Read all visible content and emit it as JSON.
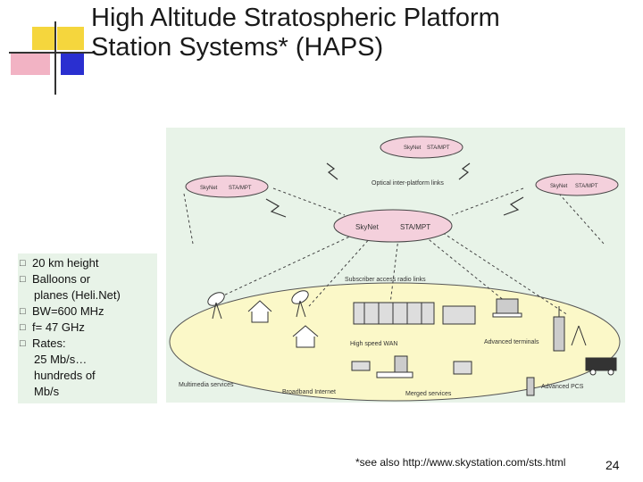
{
  "title": {
    "line1": "High Altitude Stratospheric Platform",
    "line2": "Station Systems* (HAPS)"
  },
  "diagram": {
    "platforms": [
      {
        "left": "SkyNet",
        "right": "STA/MPT"
      },
      {
        "left": "SkyNet",
        "right": "STA/MPT"
      },
      {
        "left": "SkyNet",
        "right": "STA/MPT"
      },
      {
        "left": "SkyNet",
        "right": "STA/MPT"
      }
    ],
    "labels": {
      "optical_links": "Optical inter-platform links",
      "subscriber_links": "Subscriber access radio links",
      "wan": "High speed WAN",
      "advanced_terminals": "Advanced terminals",
      "multimedia": "Multimedia services",
      "broadband": "Broadband Internet",
      "merged": "Merged services",
      "pcs": "Advanced PCS"
    }
  },
  "bullets": [
    {
      "mark": "□",
      "text": "20 km height"
    },
    {
      "mark": "□",
      "text": "Balloons or"
    },
    {
      "mark": "",
      "text": "planes (Heli.Net)"
    },
    {
      "mark": "□",
      "text": "BW=600 MHz"
    },
    {
      "mark": "□",
      "text": "f= 47 GHz"
    },
    {
      "mark": "□",
      "text": "Rates:"
    },
    {
      "mark": "",
      "text": "25 Mb/s…"
    },
    {
      "mark": "",
      "text": "hundreds of"
    },
    {
      "mark": "",
      "text": "Mb/s"
    }
  ],
  "footnote": "*see also http://www.skystation.com/sts.html",
  "page_number": "24",
  "colors": {
    "deco_yellow": "#f5d63d",
    "deco_blue": "#2a2fd0",
    "deco_pink": "#f2b3c4",
    "panel_green": "#e8f3e8",
    "ellipse_fill": "#fbf8c8"
  }
}
